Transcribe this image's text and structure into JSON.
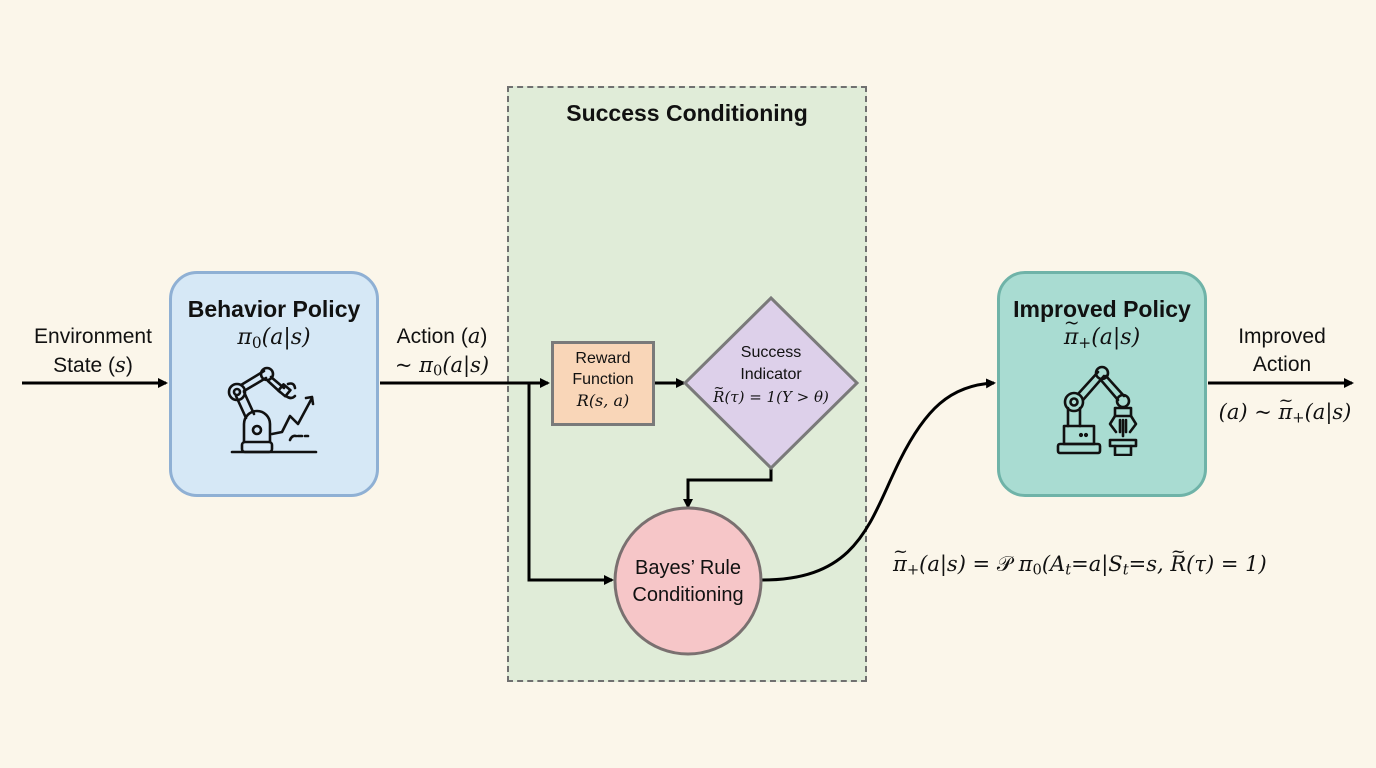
{
  "diagram": {
    "group": {
      "title": "Success Conditioning"
    },
    "input": {
      "line1": "Environment",
      "line2_text": "State (",
      "line2_var": "s",
      "line2_end": ")"
    },
    "behavior_policy": {
      "title": "Behavior Policy",
      "formula": {
        "pi": "π",
        "sub": "0",
        "args": "(a|s)"
      },
      "icon": "robot-arm-icon"
    },
    "action_label": {
      "line1_text": "Action (",
      "line1_var": "a",
      "line1_end": ")",
      "line2": "~ π",
      "line2_sub": "0",
      "line2_args": "(a|s)"
    },
    "reward_function": {
      "line1": "Reward",
      "line2": "Function",
      "formula": "R(s, a)"
    },
    "success_indicator": {
      "line1": "Success",
      "line2": "Indicator",
      "formula_R": "R",
      "formula_rest": "(τ) = 1(Y > θ)"
    },
    "bayes": {
      "line1": "Bayes’ Rule",
      "line2": "Conditioning"
    },
    "improved_policy": {
      "title": "Improved Policy",
      "formula": {
        "pi": "π",
        "sub": "+",
        "args": "(a|s)"
      },
      "icon": "robot-arm-gripper-icon"
    },
    "output": {
      "line1": "Improved",
      "line2": "Action",
      "formula_pre": "(a) ~ ",
      "formula_pi": "π",
      "formula_sub": "+",
      "formula_args": "(a|s)"
    },
    "equation": {
      "lhs_pi": "π",
      "lhs_sub": "+",
      "lhs_args": "(a|s) = ",
      "P": "𝒫",
      "pi0": " π",
      "pi0_sub": "0",
      "open": "(A",
      "A_sub": "t",
      "mid": "=a|S",
      "S_sub": "t",
      "mid2": "=s, ",
      "R": "R",
      "end": "(τ) = 1)"
    },
    "colors": {
      "background": "#fbf6ea",
      "group_fill": "#e0ecd8",
      "behavior_fill": "#d6e8f6",
      "improved_fill": "#a9dcd2",
      "reward_fill": "#f9d6b8",
      "indicator_fill": "#ddd0ea",
      "bayes_fill": "#f6c6c8"
    }
  }
}
